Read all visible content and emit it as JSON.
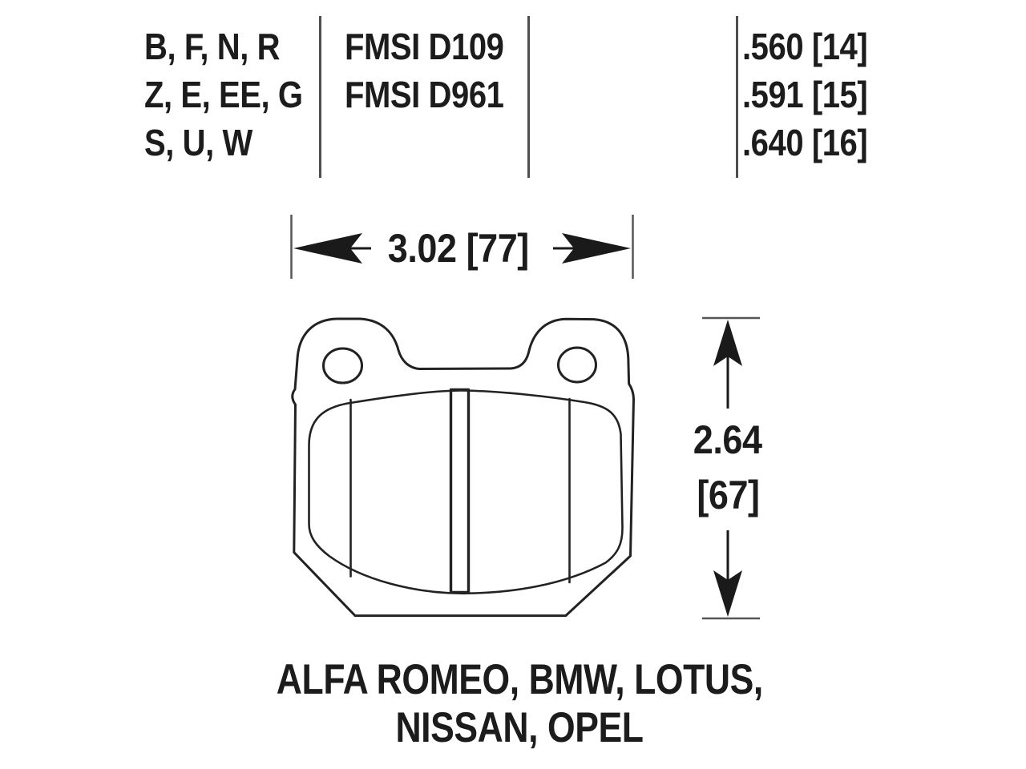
{
  "spec_table": {
    "compound_codes": [
      "B, F, N, R",
      "Z, E, EE, G",
      "S, U, W"
    ],
    "fmsi_numbers": [
      "FMSI D109",
      "FMSI D961"
    ],
    "pad_thickness": [
      ".560 [14]",
      ".591 [15]",
      ".640 [16]"
    ]
  },
  "dimensions": {
    "width": "3.02 [77]",
    "height_in": "2.64",
    "height_mm": "[67]"
  },
  "applications": {
    "line1": "ALFA ROMEO, BMW, LOTUS,",
    "line2": "NISSAN, OPEL"
  },
  "colors": {
    "ink": "#1c1c1c",
    "line_gray": "#565656"
  }
}
